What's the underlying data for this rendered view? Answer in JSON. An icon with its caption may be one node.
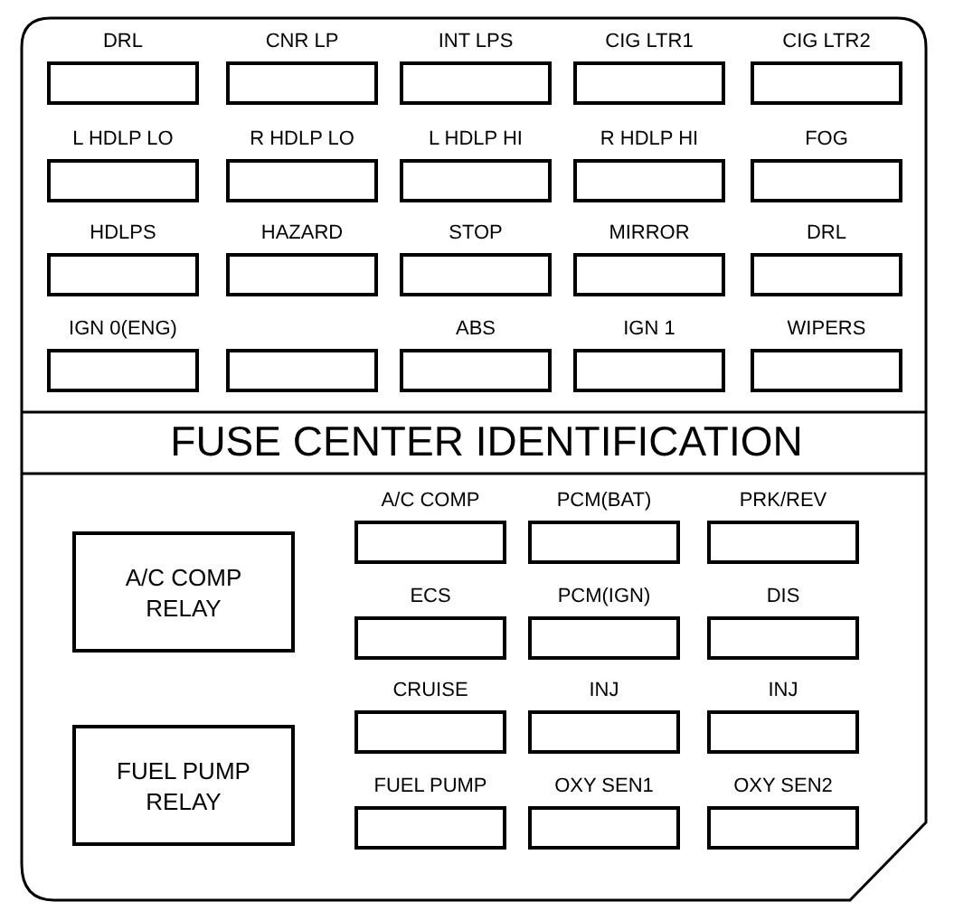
{
  "diagram": {
    "title": "FUSE CENTER IDENTIFICATION",
    "nodes": [
      {
        "text": [
          "DRL"
        ]
      },
      {
        "text": [
          "CNR LP"
        ]
      },
      {
        "text": [
          "INT LPS"
        ]
      },
      {
        "text": [
          "CIG LTR1"
        ]
      },
      {
        "text": [
          "CIG LTR2"
        ]
      },
      {
        "text": [
          "L HDLP LO"
        ]
      },
      {
        "text": [
          "R HDLP LO"
        ]
      },
      {
        "text": [
          "L HDLP HI"
        ]
      },
      {
        "text": [
          "R HDLP HI"
        ]
      },
      {
        "text": [
          "FOG"
        ]
      },
      {
        "text": [
          "HDLPS"
        ]
      },
      {
        "text": [
          "HAZARD"
        ]
      },
      {
        "text": [
          "STOP"
        ]
      },
      {
        "text": [
          "MIRROR"
        ]
      },
      {
        "text": [
          "DRL"
        ]
      },
      {
        "text": [
          "IGN 0(ENG)"
        ]
      },
      {
        "text": [],
        "shape": "box"
      },
      {
        "text": [
          "ABS"
        ]
      },
      {
        "text": [
          "IGN 1"
        ]
      },
      {
        "text": [
          "WIPERS"
        ]
      },
      {
        "text": [
          "A/C COMP"
        ]
      },
      {
        "text": [
          "PCM(BAT)"
        ]
      },
      {
        "text": [
          "PRK/REV"
        ]
      },
      {
        "text": [
          "A/C COMP RELAY"
        ]
      },
      {
        "text": [
          "ECS"
        ]
      },
      {
        "text": [
          "PCM(IGN)"
        ]
      },
      {
        "text": [
          "DIS"
        ]
      },
      {
        "text": [
          "CRUISE"
        ]
      },
      {
        "text": [
          "INJ"
        ]
      },
      {
        "text": [
          "INJ"
        ]
      },
      {
        "text": [
          "FUEL PUMP RELAY"
        ]
      },
      {
        "text": [
          "FUEL PUMP"
        ]
      },
      {
        "text": [
          "OXY SEN1"
        ]
      },
      {
        "text": [
          "OXY SEN2"
        ]
      }
    ]
  }
}
